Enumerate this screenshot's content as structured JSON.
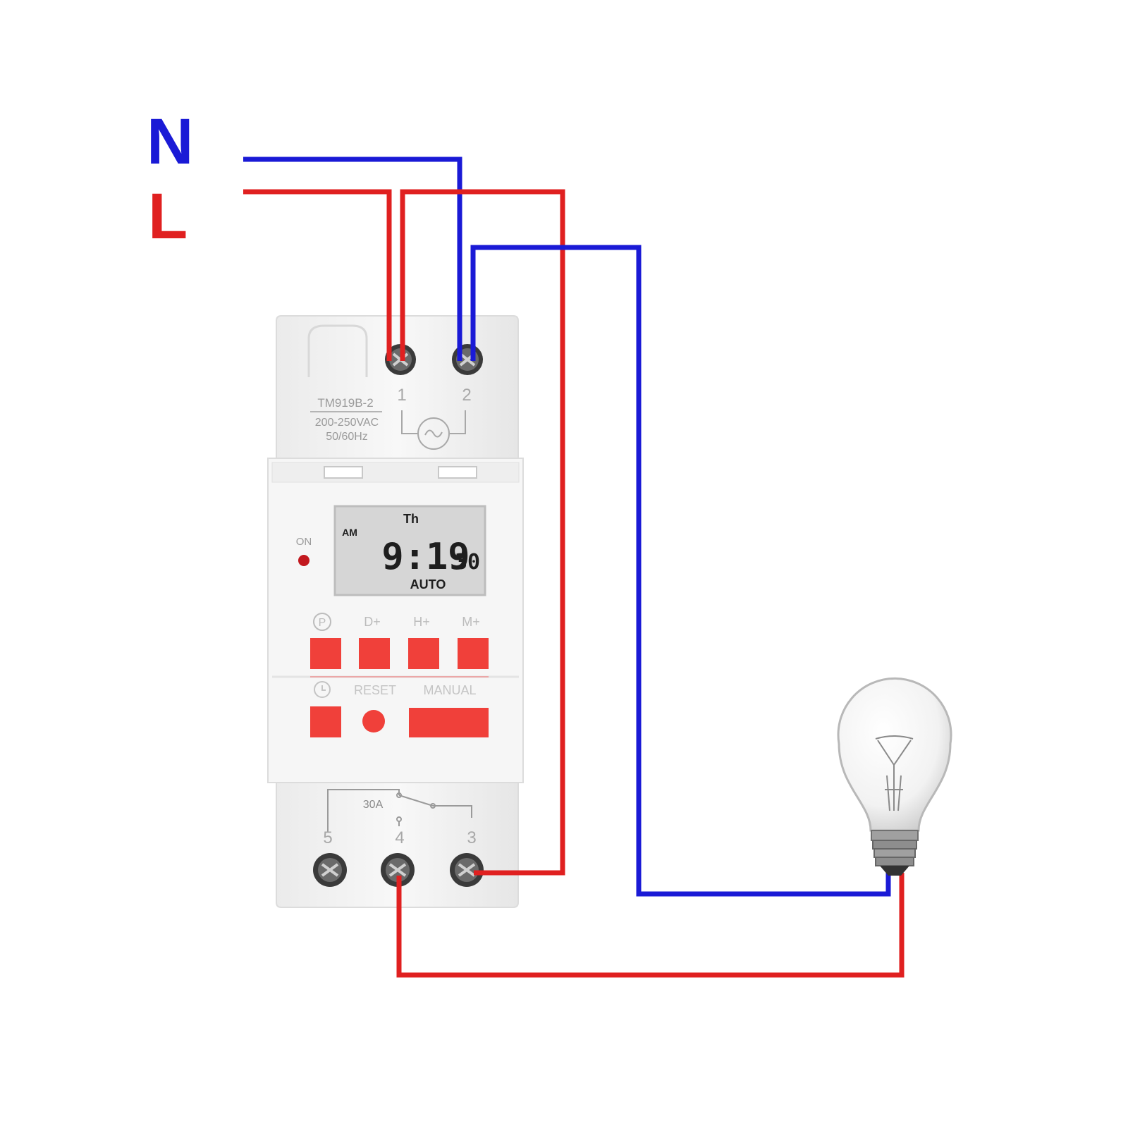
{
  "labels": {
    "neutral": "N",
    "live": "L"
  },
  "device": {
    "model": "TM919B-2",
    "voltage": "200-250VAC",
    "frequency": "50/60Hz",
    "top_terminals": [
      "1",
      "2"
    ],
    "bottom_terminals": [
      "5",
      "4",
      "3"
    ],
    "relay_rating": "30A",
    "led_label": "ON",
    "display": {
      "day": "Th",
      "meridiem": "AM",
      "time": "9:19",
      "seconds": "30",
      "mode": "AUTO"
    },
    "button_labels_row1": [
      "D+",
      "H+",
      "M+"
    ],
    "button_labels_row2": [
      "RESET",
      "MANUAL"
    ],
    "program_icon": "program-P-icon",
    "clock_icon": "clock-icon"
  },
  "lamp": {
    "icon": "light-bulb-icon"
  },
  "colors": {
    "neutral": "#1a1ad6",
    "live": "#e02020",
    "button": "#f0403a",
    "device_body": "#f4f4f4",
    "lcd": "#d8d8d8"
  }
}
